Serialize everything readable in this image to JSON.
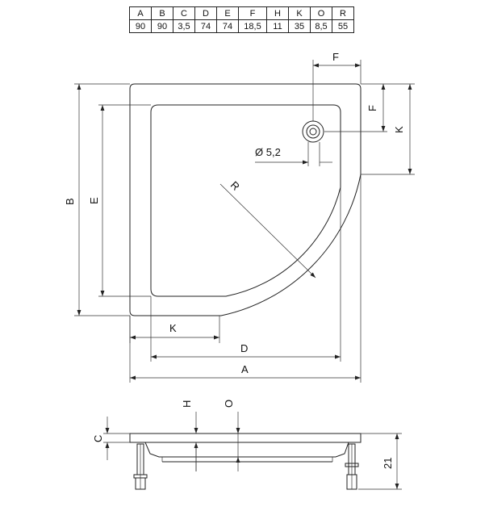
{
  "table": {
    "headers": [
      "A",
      "B",
      "C",
      "D",
      "E",
      "F",
      "H",
      "K",
      "O",
      "R"
    ],
    "values": [
      "90",
      "90",
      "3,5",
      "74",
      "74",
      "18,5",
      "11",
      "35",
      "8,5",
      "55"
    ]
  },
  "labels": {
    "A": "A",
    "B": "B",
    "C": "C",
    "D": "D",
    "E": "E",
    "F": "F",
    "H": "H",
    "K": "K",
    "O": "O",
    "R": "R",
    "drain": "Ø 5,2",
    "height": "21"
  }
}
